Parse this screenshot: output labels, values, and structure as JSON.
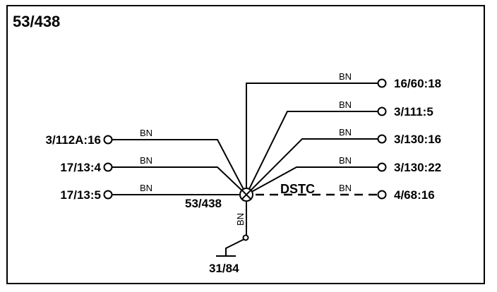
{
  "title": "53/438",
  "splice": {
    "label": "53/438"
  },
  "shield_label": "DSTC",
  "ground": {
    "label": "31/84",
    "wire_color": "BN"
  },
  "connections_left": [
    {
      "label": "3/112A:16",
      "wire_color": "BN"
    },
    {
      "label": "17/13:4",
      "wire_color": "BN"
    },
    {
      "label": "17/13:5",
      "wire_color": "BN"
    }
  ],
  "connections_right": [
    {
      "label": "16/60:18",
      "wire_color": "BN"
    },
    {
      "label": "3/111:5",
      "wire_color": "BN"
    },
    {
      "label": "3/130:16",
      "wire_color": "BN"
    },
    {
      "label": "3/130:22",
      "wire_color": "BN"
    },
    {
      "label": "4/68:16",
      "wire_color": "BN"
    }
  ]
}
